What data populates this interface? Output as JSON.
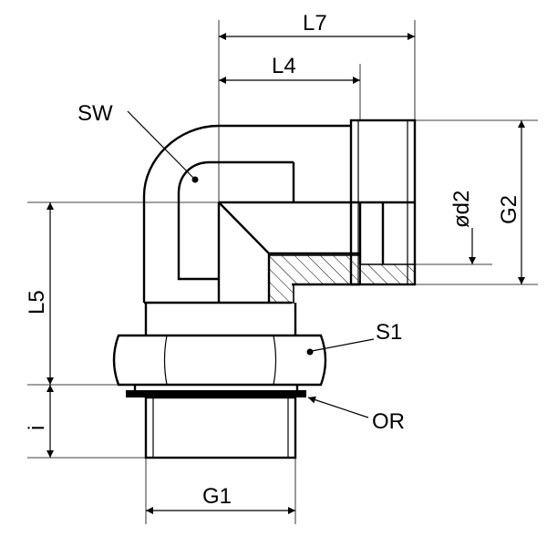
{
  "diagram": {
    "labels": {
      "l7": "L7",
      "l4": "L4",
      "sw": "SW",
      "d2": "ød2",
      "g2": "G2",
      "l5": "L5",
      "s1": "S1",
      "i": "i",
      "or": "OR",
      "g1": "G1"
    },
    "colors": {
      "line": "#000000",
      "hatch": "#000000",
      "background": "#ffffff"
    }
  }
}
